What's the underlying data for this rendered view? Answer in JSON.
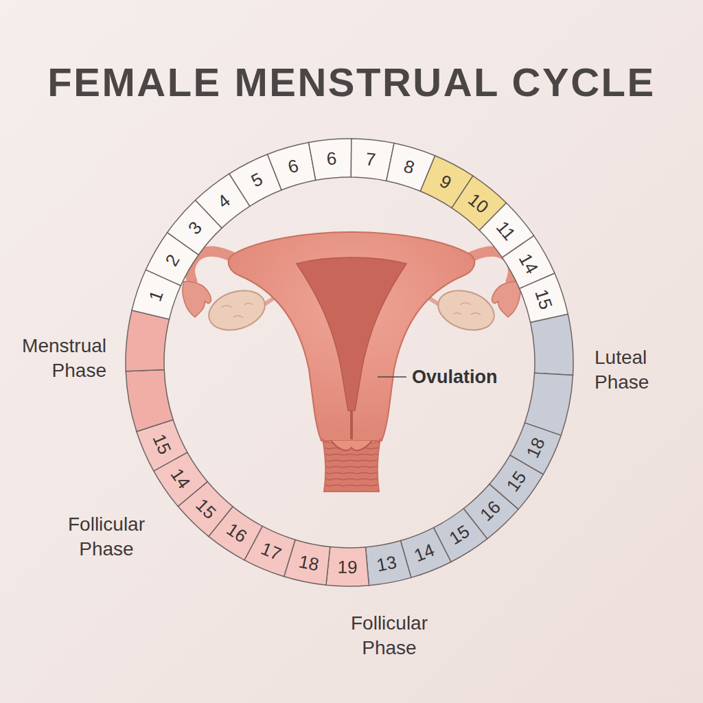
{
  "diagram": {
    "title": "FEMALE MENSTRUAL CYCLE",
    "nodes": [
      {
        "text": [
          "1"
        ]
      },
      {
        "text": [
          "2"
        ]
      },
      {
        "text": [
          "3"
        ]
      },
      {
        "text": [
          "4"
        ]
      },
      {
        "text": [
          "5"
        ]
      },
      {
        "text": [
          "6"
        ]
      },
      {
        "text": [
          "6"
        ]
      },
      {
        "text": [
          "7"
        ]
      },
      {
        "text": [
          "8"
        ]
      },
      {
        "text": [
          "9"
        ]
      },
      {
        "text": [
          "10"
        ]
      },
      {
        "text": [
          "11"
        ]
      },
      {
        "text": [
          "14"
        ]
      },
      {
        "text": [
          "15"
        ]
      },
      {
        "text": [
          "18"
        ]
      },
      {
        "text": [
          "15"
        ]
      },
      {
        "text": [
          "16"
        ]
      },
      {
        "text": [
          "15"
        ]
      },
      {
        "text": [
          "14"
        ]
      },
      {
        "text": [
          "13"
        ]
      },
      {
        "text": [
          "19"
        ]
      },
      {
        "text": [
          "18"
        ]
      },
      {
        "text": [
          "17"
        ]
      },
      {
        "text": [
          "16"
        ]
      },
      {
        "text": [
          "15"
        ]
      },
      {
        "text": [
          "14"
        ]
      },
      {
        "text": [
          "15"
        ]
      }
    ],
    "labels": [
      "Menstrual Phase",
      "Follicular Phase",
      "Follicular Phase",
      "Luteal Phase",
      "Ovulation"
    ]
  }
}
